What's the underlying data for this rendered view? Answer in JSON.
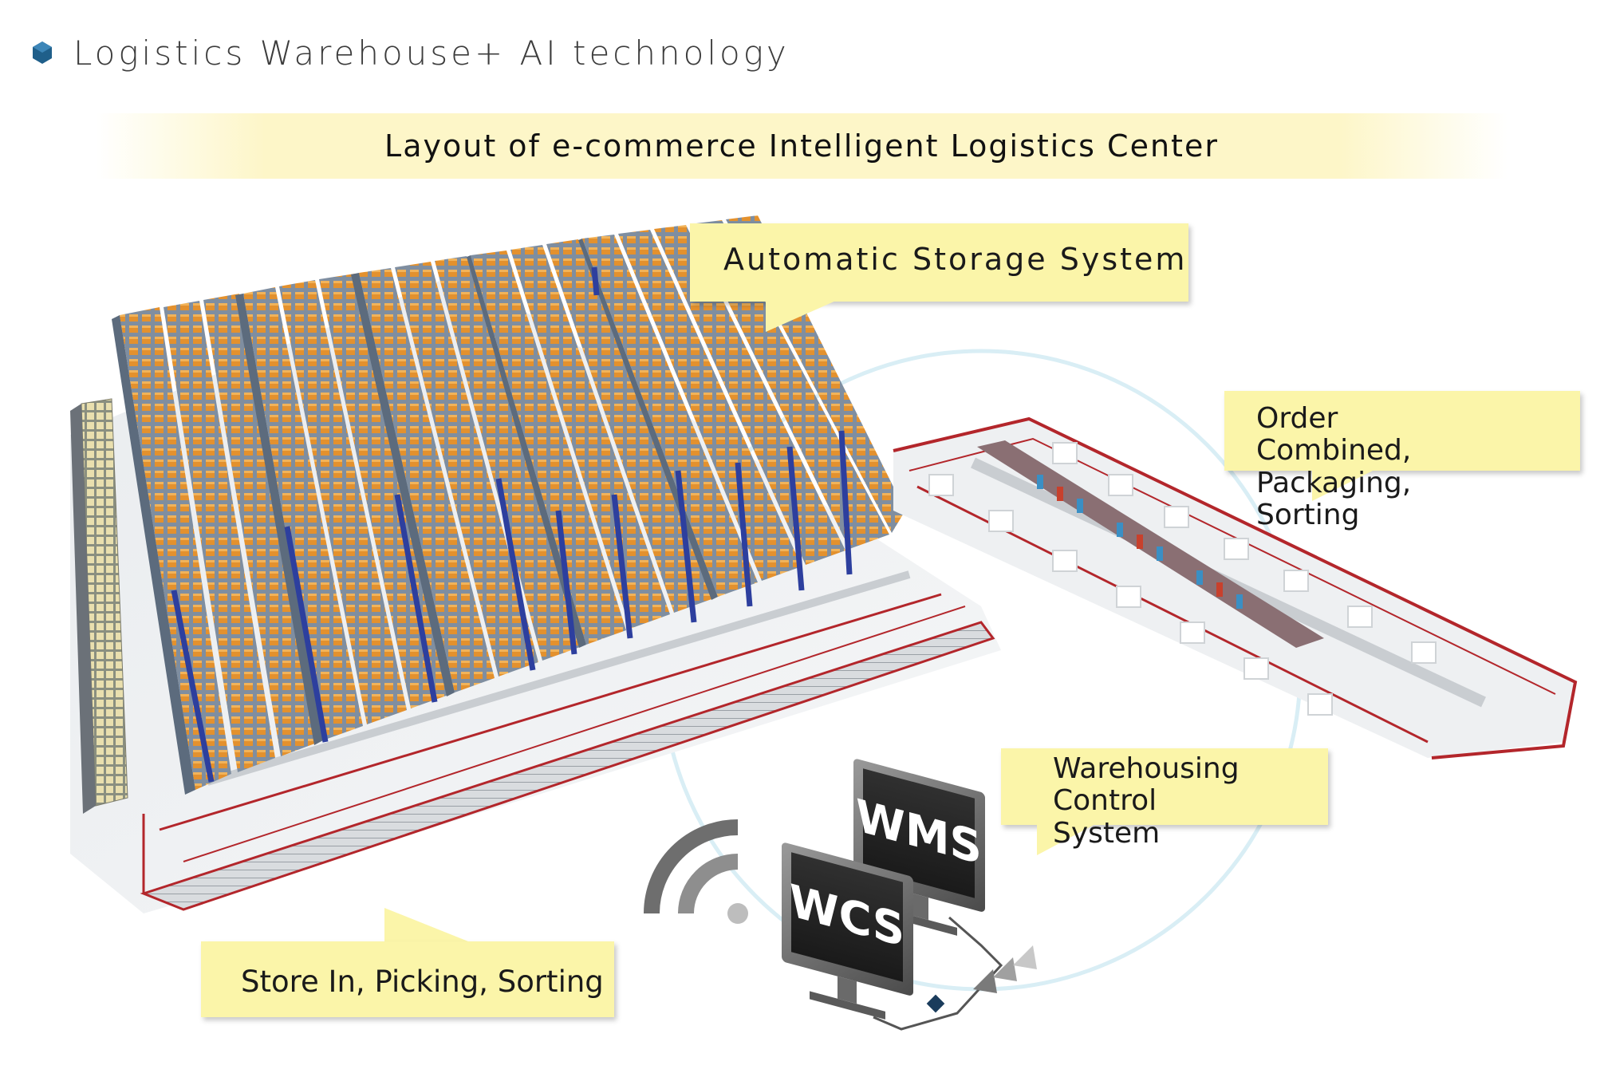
{
  "header": {
    "title": "Logistics Warehouse+ AI technology",
    "bullet_icon": "hexagon-bullet-icon",
    "bullet_color": "#1f5f8a"
  },
  "banner": {
    "title": "Layout of e-commerce Intelligent Logistics Center",
    "color": "#fdf6c8"
  },
  "callouts": {
    "storage": {
      "label": "Automatic Storage System"
    },
    "order": {
      "line1": "Order Combined,",
      "line2": "Packaging, Sorting"
    },
    "wcs": {
      "line1": "Warehousing",
      "line2": "Control System"
    },
    "store": {
      "label": "Store In, Picking, Sorting"
    }
  },
  "monitors": {
    "back": {
      "label": "WMS"
    },
    "front": {
      "label": "WCS"
    }
  },
  "icons": {
    "wifi": "wifi-icon",
    "arrows": "data-flow-arrows-icon",
    "connector": "connector-node-icon"
  },
  "colors": {
    "rack_blue": "#2d3f9e",
    "rack_steel": "#7f8ea0",
    "crate_orange": "#e3912e",
    "conveyor_red": "#b3262b",
    "callout_yellow": "#fbf5a9",
    "halo": "#d9eef5"
  }
}
